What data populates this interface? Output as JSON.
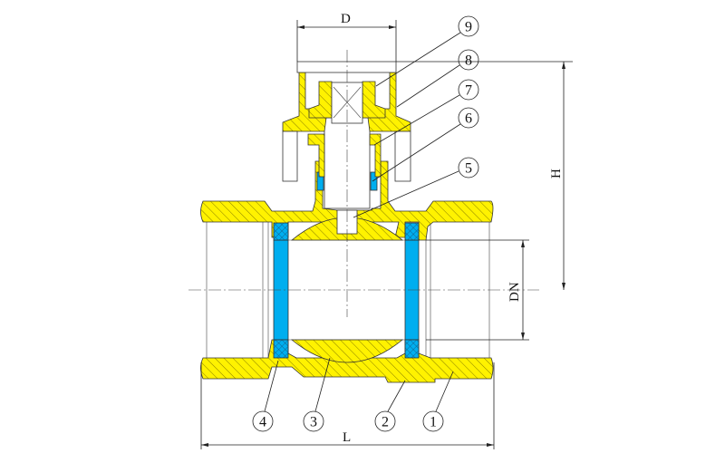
{
  "dimensions": {
    "D": "D",
    "H": "H",
    "DN": "DN",
    "L": "L"
  },
  "callouts": [
    "1",
    "2",
    "3",
    "4",
    "5",
    "6",
    "7",
    "8",
    "9"
  ],
  "colors": {
    "brass": "#FFF200",
    "seal": "#00AEEF",
    "outline": "#333333"
  }
}
